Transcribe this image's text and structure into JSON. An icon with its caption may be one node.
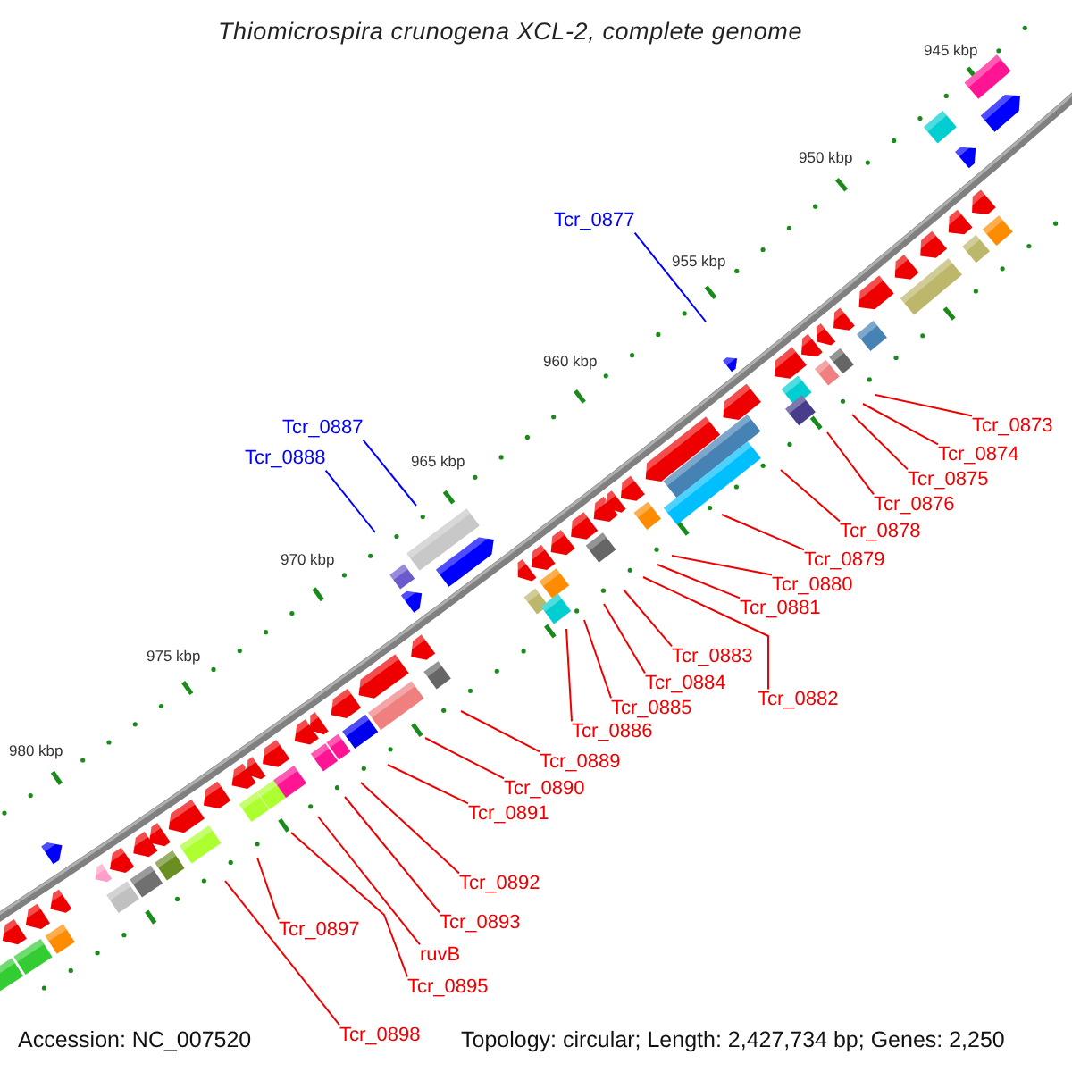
{
  "diagram": {
    "title": "Thiomicrospira crunogena XCL-2, complete genome",
    "nodes": [
      {
        "text": [
          "Tcr_0877"
        ]
      },
      {
        "text": [
          "Tcr_0873"
        ]
      },
      {
        "text": [
          "Tcr_0887"
        ]
      },
      {
        "text": [
          "Tcr_0874"
        ]
      },
      {
        "text": [
          "Tcr_0888"
        ]
      },
      {
        "text": [
          "Tcr_0875"
        ]
      },
      {
        "text": [
          "Tcr_0876"
        ]
      },
      {
        "text": [
          "Tcr_0878"
        ]
      },
      {
        "text": [
          "Tcr_0879"
        ]
      },
      {
        "text": [
          "Tcr_0880"
        ]
      },
      {
        "text": [
          "Tcr_0881"
        ]
      },
      {
        "text": [
          "Tcr_0883"
        ]
      },
      {
        "text": [
          "Tcr_0884"
        ]
      },
      {
        "text": [
          "Tcr_0882"
        ]
      },
      {
        "text": [
          "Tcr_0885"
        ]
      },
      {
        "text": [
          "Tcr_0886"
        ]
      },
      {
        "text": [
          "Tcr_0889"
        ]
      },
      {
        "text": [
          "Tcr_0890"
        ]
      },
      {
        "text": [
          "Tcr_0891"
        ]
      },
      {
        "text": [
          "Tcr_0892"
        ]
      },
      {
        "text": [
          "Tcr_0893"
        ]
      },
      {
        "text": [
          "Tcr_0897"
        ]
      },
      {
        "text": [
          "ruvB"
        ]
      },
      {
        "text": [
          "Tcr_0895"
        ]
      },
      {
        "text": [
          "Tcr_0898"
        ]
      }
    ],
    "edges": [
      {
        "from": 0,
        "to": null,
        "arrow": "none",
        "color": "#0000ff"
      },
      {
        "from": 1,
        "to": null,
        "arrow": "none"
      },
      {
        "from": 2,
        "to": null,
        "arrow": "none",
        "color": "#0000ff"
      },
      {
        "from": 3,
        "to": null,
        "arrow": "none"
      },
      {
        "from": 4,
        "to": null,
        "arrow": "none",
        "color": "#0000ff"
      },
      {
        "from": 5,
        "to": null,
        "arrow": "none"
      },
      {
        "from": 6,
        "to": null,
        "arrow": "none"
      },
      {
        "from": 7,
        "to": null,
        "arrow": "none"
      },
      {
        "from": 8,
        "to": null,
        "arrow": "none"
      },
      {
        "from": 9,
        "to": null,
        "arrow": "none"
      },
      {
        "from": 10,
        "to": null,
        "arrow": "none"
      },
      {
        "from": 11,
        "to": null,
        "arrow": "none"
      },
      {
        "from": 12,
        "to": null,
        "arrow": "none"
      },
      {
        "from": 13,
        "to": null,
        "arrow": "none"
      },
      {
        "from": 14,
        "to": null,
        "arrow": "none"
      },
      {
        "from": 15,
        "to": null,
        "arrow": "none"
      },
      {
        "from": 16,
        "to": null,
        "arrow": "none"
      },
      {
        "from": 17,
        "to": null,
        "arrow": "none"
      },
      {
        "from": 18,
        "to": null,
        "arrow": "none"
      },
      {
        "from": 19,
        "to": null,
        "arrow": "none"
      },
      {
        "from": 20,
        "to": null,
        "arrow": "none"
      },
      {
        "from": 21,
        "to": null,
        "arrow": "none"
      },
      {
        "from": 22,
        "to": null,
        "arrow": "none"
      },
      {
        "from": 23,
        "to": null,
        "arrow": "none"
      },
      {
        "from": 24,
        "to": null,
        "arrow": "none"
      }
    ],
    "labels": [
      "945 kbp",
      "950 kbp",
      "955 kbp",
      "960 kbp",
      "965 kbp",
      "970 kbp",
      "975 kbp",
      "980 kbp",
      "Accession: NC_007520",
      "Topology: circular; Length: 2,427,734 bp; Genes: 2,250"
    ]
  }
}
